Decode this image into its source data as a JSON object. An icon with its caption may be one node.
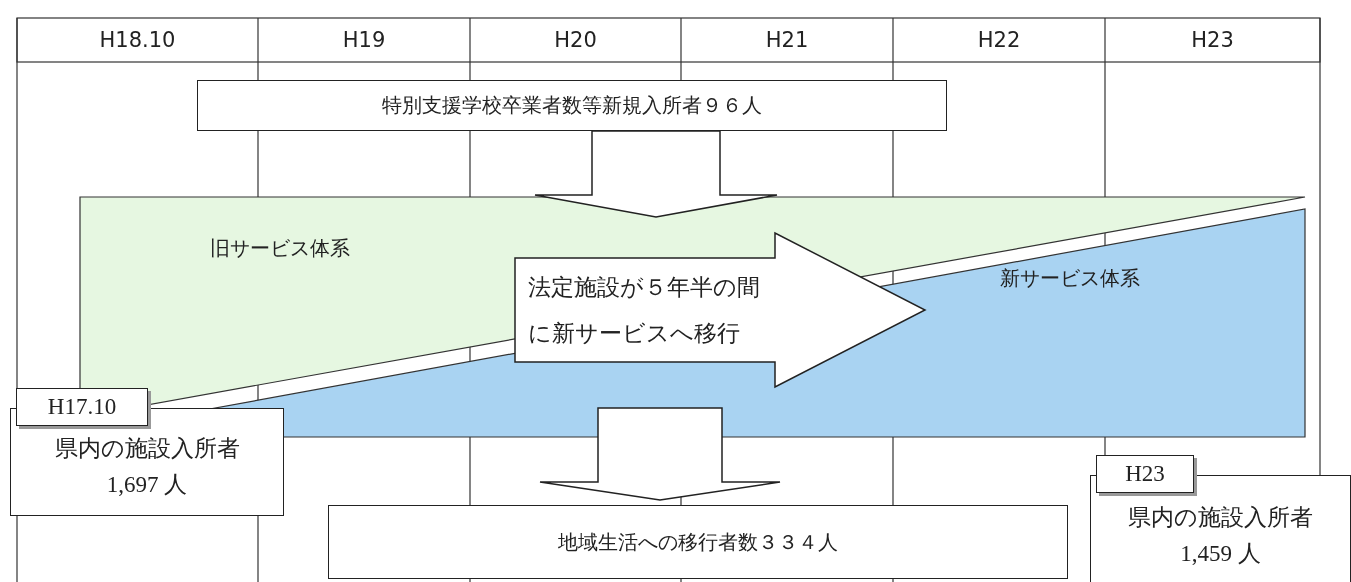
{
  "diagram": {
    "nodes": [
      {
        "text": [
          "特別支援学校卒業者数等新規入所者９６人"
        ]
      },
      {
        "text": [
          "旧サービス体系"
        ]
      },
      {
        "text": [
          "新サービス体系"
        ]
      },
      {
        "text": [
          "H17.10",
          "県内の施設入所者 1,697 人"
        ]
      },
      {
        "text": [
          "地域生活への移行者数３３４人"
        ]
      },
      {
        "text": [
          "H23",
          "県内の施設入所者 1,459 人"
        ]
      }
    ],
    "edges": [
      {
        "from": 0,
        "to": 1,
        "arrow": "to"
      },
      {
        "from": 1,
        "to": 2,
        "arrow": "to",
        "label": "法定施設が５年半の間に新サービスへ移行"
      },
      {
        "from": 2,
        "to": 4,
        "arrow": "to"
      }
    ],
    "labels": [
      "H18.10",
      "H19",
      "H20",
      "H21",
      "H22",
      "H23"
    ]
  }
}
